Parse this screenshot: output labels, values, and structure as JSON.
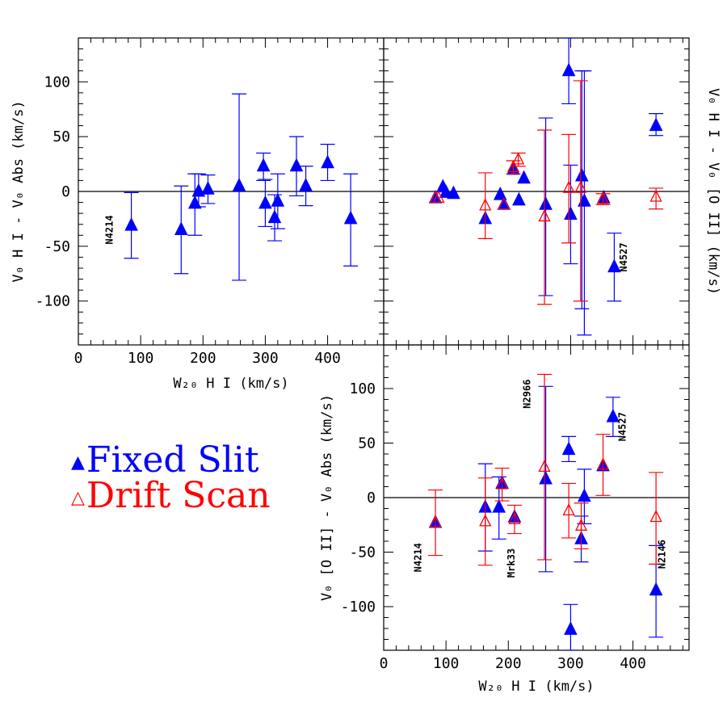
{
  "chart_data": [
    {
      "type": "scatter",
      "panel": "top-left",
      "xlabel": "W_20 H I (km/s)",
      "ylabel": "V_0 H I - V_0 Abs (km/s)",
      "xlim": [
        0,
        490
      ],
      "ylim": [
        -140,
        140
      ],
      "xticks": [
        0,
        100,
        200,
        300,
        400
      ],
      "yticks": [
        -100,
        -50,
        0,
        50,
        100
      ],
      "series": [
        {
          "name": "Fixed Slit",
          "marker": "filled-triangle",
          "color": "#0000ff",
          "points": [
            {
              "x": 85,
              "y": -31,
              "lo": -61,
              "hi": -1
            },
            {
              "x": 165,
              "y": -35,
              "lo": -75,
              "hi": 5
            },
            {
              "x": 187,
              "y": -11,
              "lo": -40,
              "hi": 16
            },
            {
              "x": 193,
              "y": 0,
              "lo": -14,
              "hi": 16
            },
            {
              "x": 208,
              "y": 2,
              "lo": -11,
              "hi": 15
            },
            {
              "x": 258,
              "y": 5,
              "lo": -81,
              "hi": 89
            },
            {
              "x": 297,
              "y": 23,
              "lo": 10,
              "hi": 35
            },
            {
              "x": 300,
              "y": -11,
              "lo": -32,
              "hi": 11
            },
            {
              "x": 315,
              "y": -24,
              "lo": -45,
              "hi": -3
            },
            {
              "x": 320,
              "y": -9,
              "lo": -34,
              "hi": 16
            },
            {
              "x": 350,
              "y": 23,
              "lo": -4,
              "hi": 50
            },
            {
              "x": 365,
              "y": 5,
              "lo": -13,
              "hi": 23
            },
            {
              "x": 400,
              "y": 26,
              "lo": 10,
              "hi": 43
            },
            {
              "x": 437,
              "y": -25,
              "lo": -68,
              "hi": 16
            }
          ]
        }
      ],
      "annotations": [
        {
          "text": "N4214",
          "x": 55,
          "y": -35,
          "rotate": -90
        }
      ]
    },
    {
      "type": "scatter",
      "panel": "top-right",
      "xlabel": "",
      "ylabel": "V_0 H I - V_0 [O II] (km/s)",
      "xlim": [
        0,
        490
      ],
      "ylim": [
        -140,
        140
      ],
      "xticks": [],
      "yticks": [],
      "series": [
        {
          "name": "Fixed Slit",
          "marker": "filled-triangle",
          "color": "#0000ff",
          "points": [
            {
              "x": 83,
              "y": -6
            },
            {
              "x": 95,
              "y": 4
            },
            {
              "x": 100,
              "y": -1
            },
            {
              "x": 112,
              "y": -2
            },
            {
              "x": 163,
              "y": -25
            },
            {
              "x": 187,
              "y": -3
            },
            {
              "x": 193,
              "y": -12
            },
            {
              "x": 208,
              "y": 20
            },
            {
              "x": 217,
              "y": -8
            },
            {
              "x": 225,
              "y": 12
            },
            {
              "x": 260,
              "y": -12,
              "lo": -95,
              "hi": 67
            },
            {
              "x": 297,
              "y": 110,
              "lo": 80,
              "hi": 140
            },
            {
              "x": 300,
              "y": -21,
              "lo": -66,
              "hi": 24
            },
            {
              "x": 318,
              "y": 14,
              "lo": -107,
              "hi": 110
            },
            {
              "x": 322,
              "y": -9,
              "lo": -131,
              "hi": 110
            },
            {
              "x": 353,
              "y": -6
            },
            {
              "x": 370,
              "y": -69,
              "lo": -100,
              "hi": -38
            },
            {
              "x": 437,
              "y": 60,
              "lo": 51,
              "hi": 71
            }
          ]
        },
        {
          "name": "Drift Scan",
          "marker": "open-triangle",
          "color": "#ff0000",
          "points": [
            {
              "x": 83,
              "y": -6
            },
            {
              "x": 88,
              "y": -6
            },
            {
              "x": 163,
              "y": -13,
              "lo": -43,
              "hi": 17
            },
            {
              "x": 193,
              "y": -12
            },
            {
              "x": 208,
              "y": 22,
              "lo": 16,
              "hi": 28
            },
            {
              "x": 216,
              "y": 29,
              "lo": 23,
              "hi": 35
            },
            {
              "x": 258,
              "y": -23,
              "lo": -103,
              "hi": 56
            },
            {
              "x": 297,
              "y": 3,
              "lo": -47,
              "hi": 52
            },
            {
              "x": 316,
              "y": 3,
              "lo": -100,
              "hi": 101
            },
            {
              "x": 352,
              "y": -7,
              "lo": -12,
              "hi": -2
            },
            {
              "x": 437,
              "y": -5,
              "lo": -16,
              "hi": 3
            }
          ]
        }
      ],
      "annotations": [
        {
          "text": "N4527",
          "x": 390,
          "y": -60,
          "rotate": -90
        }
      ]
    },
    {
      "type": "scatter",
      "panel": "bottom-right",
      "xlabel": "W_20 H I (km/s)",
      "ylabel": "V_0 [O II] - V_0 Abs (km/s)",
      "xlim": [
        0,
        490
      ],
      "ylim": [
        -140,
        140
      ],
      "xticks": [
        0,
        100,
        200,
        300,
        400
      ],
      "yticks": [
        -100,
        -50,
        0,
        50,
        100
      ],
      "series": [
        {
          "name": "Fixed Slit",
          "marker": "filled-triangle",
          "color": "#0000ff",
          "points": [
            {
              "x": 83,
              "y": -23
            },
            {
              "x": 163,
              "y": -9,
              "lo": -49,
              "hi": 31
            },
            {
              "x": 185,
              "y": -9,
              "lo": -38,
              "hi": 19
            },
            {
              "x": 190,
              "y": 13
            },
            {
              "x": 210,
              "y": -18
            },
            {
              "x": 260,
              "y": 17,
              "lo": -68,
              "hi": 102
            },
            {
              "x": 297,
              "y": 44,
              "lo": 33,
              "hi": 56
            },
            {
              "x": 300,
              "y": -121,
              "lo": -140,
              "hi": -98
            },
            {
              "x": 317,
              "y": -38,
              "lo": -59,
              "hi": -17
            },
            {
              "x": 322,
              "y": 1,
              "lo": -24,
              "hi": 26
            },
            {
              "x": 352,
              "y": 29
            },
            {
              "x": 368,
              "y": 74,
              "lo": 56,
              "hi": 92
            },
            {
              "x": 437,
              "y": -85,
              "lo": -128,
              "hi": -44
            }
          ]
        },
        {
          "name": "Drift Scan",
          "marker": "open-triangle",
          "color": "#ff0000",
          "points": [
            {
              "x": 83,
              "y": -23,
              "lo": -53,
              "hi": 7
            },
            {
              "x": 163,
              "y": -22,
              "lo": -62,
              "hi": 18
            },
            {
              "x": 190,
              "y": 12,
              "lo": -3,
              "hi": 27
            },
            {
              "x": 210,
              "y": -20,
              "lo": -33,
              "hi": -7
            },
            {
              "x": 258,
              "y": 28,
              "lo": -57,
              "hi": 113
            },
            {
              "x": 297,
              "y": -12,
              "lo": -37,
              "hi": 13
            },
            {
              "x": 317,
              "y": -26,
              "lo": -47,
              "hi": -5
            },
            {
              "x": 352,
              "y": 30,
              "lo": 2,
              "hi": 58
            },
            {
              "x": 437,
              "y": -18,
              "lo": -61,
              "hi": 23
            }
          ]
        }
      ],
      "annotations": [
        {
          "text": "N4214",
          "x": 60,
          "y": -55,
          "rotate": -90
        },
        {
          "text": "Mrk33",
          "x": 210,
          "y": -60,
          "rotate": -90
        },
        {
          "text": "N2966",
          "x": 235,
          "y": 95,
          "rotate": -90
        },
        {
          "text": "N4527",
          "x": 388,
          "y": 65,
          "rotate": -90
        },
        {
          "text": "N2146",
          "x": 452,
          "y": -52,
          "rotate": -90
        }
      ]
    }
  ],
  "legend": {
    "fixed": {
      "label": "Fixed Slit",
      "symbol": "▲",
      "color": "#0000ff"
    },
    "drift": {
      "label": "Drift Scan",
      "symbol": "△",
      "color": "#ff0000"
    }
  }
}
